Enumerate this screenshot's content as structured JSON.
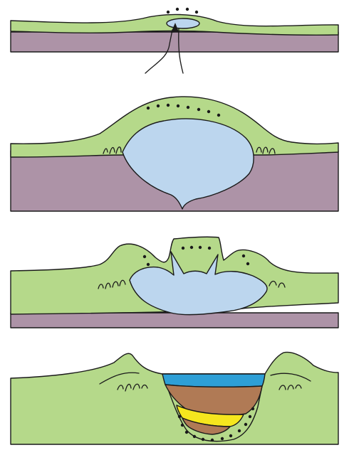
{
  "colors": {
    "green": "#b5d98a",
    "purple": "#ad93a7",
    "magma": "#bcd6ee",
    "water": "#2e9fd6",
    "brown": "#b07a55",
    "yellow": "#f5e61e",
    "outline": "#1a1a1a"
  },
  "panels": [
    {
      "stage": 1,
      "elements": [
        "ground-surface",
        "bedrock-layer",
        "magma-chamber",
        "magma-rise-arrow",
        "surface-dots"
      ]
    },
    {
      "stage": 2,
      "elements": [
        "ground-surface",
        "bedrock-layer",
        "magma-chamber",
        "fracture-marks",
        "surface-dots"
      ]
    },
    {
      "stage": 3,
      "elements": [
        "ground-surface",
        "bedrock-layer",
        "magma-chamber",
        "fracture-marks",
        "surface-dots"
      ]
    },
    {
      "stage": 4,
      "elements": [
        "ground-surface",
        "lake-water",
        "sediment-layers",
        "fracture-marks",
        "buried-dots"
      ]
    }
  ]
}
